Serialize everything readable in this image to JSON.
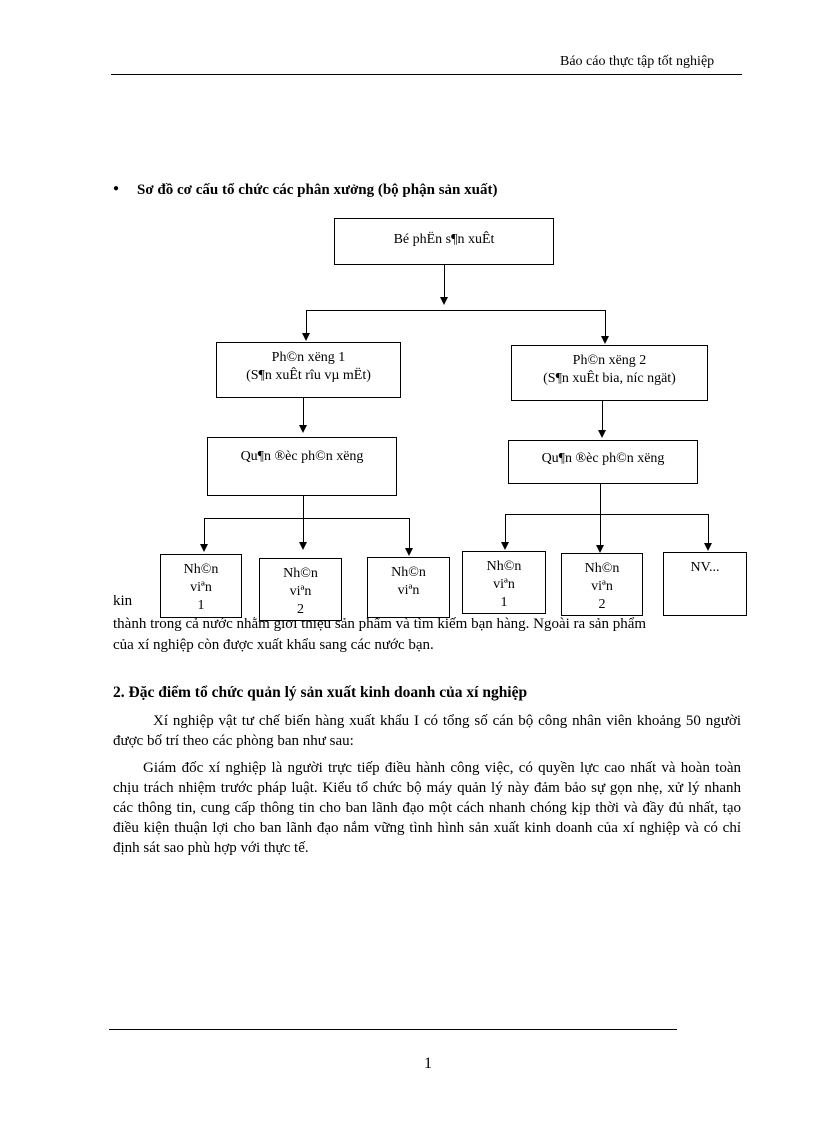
{
  "header": {
    "title": "Báo cáo thực tập tốt nghiệp"
  },
  "diagram": {
    "heading": "Sơ đồ cơ cấu tổ chức các phân xưởng (bộ phận sản xuất)",
    "root": "Bé phËn s¶n xuÊt",
    "left_workshop": {
      "line1": "Ph©n x­ëng 1",
      "line2": "(S¶n xuÊt r­îu vµ mËt)"
    },
    "right_workshop": {
      "line1": "Ph©n x­ëng 2",
      "line2": "(S¶n xuÊt bia, n­íc ngät)"
    },
    "left_manager": "Qu¶n ®èc ph©n x­ëng",
    "right_manager": "Qu¶n ®èc ph©n x­ëng",
    "staff": [
      {
        "l1": "Nh©n",
        "l2": "viªn",
        "l3": "1"
      },
      {
        "l1": "Nh©n",
        "l2": "viªn",
        "l3": "2"
      },
      {
        "l1": "Nh©n",
        "l2": "viªn",
        "l3": ""
      },
      {
        "l1": "Nh©n",
        "l2": "viªn",
        "l3": "1"
      },
      {
        "l1": "Nh©n",
        "l2": "viªn",
        "l3": "2"
      },
      {
        "l1": "NV...",
        "l2": "",
        "l3": ""
      }
    ]
  },
  "text": {
    "overlap_row": "kin                    ngh                    n                    hà                    kh",
    "para0_line2": "thành trong cả nước nhằm giới thiệu sản phẩm và tìm kiếm bạn hàng. Ngoài ra sản phẩm",
    "para0_line3": "của xí nghiệp còn được xuất khẩu sang các nước bạn.",
    "section2_title": "2. Đặc điểm tổ chức quản lý sản xuất kinh doanh của xí nghiệp",
    "para1": "Xí nghiệp vật tư chế biến hàng xuất khẩu I có tổng số cán bộ công nhân viên khoảng 50 người được bố trí theo các phòng ban như sau:",
    "para2": "Giám đốc xí nghiệp là người trực tiếp điều hành công việc, có quyền lực cao nhất và hoàn toàn chịu trách nhiệm trước pháp luật. Kiểu tổ chức bộ máy quản lý này đảm bảo sự gọn nhẹ, xử lý nhanh các thông tin, cung cấp thông tin cho ban lãnh đạo một cách nhanh chóng kịp thời và đầy đủ nhất, tạo điều kiện thuận lợi cho ban lãnh đạo nắm vững tình hình sản xuất kinh doanh của xí nghiệp và có chỉ định sát sao phù hợp với thực tế."
  },
  "footer": {
    "page_number": "1"
  }
}
